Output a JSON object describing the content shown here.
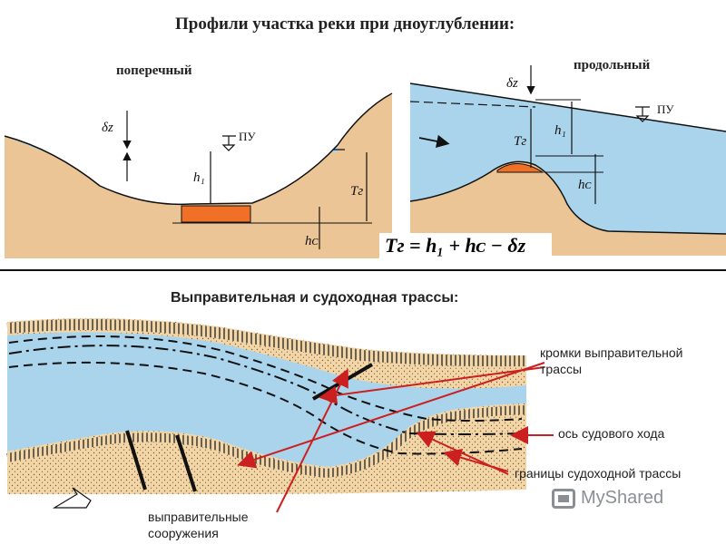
{
  "header": {
    "title": "Профили участка реки при дноуглублении:"
  },
  "cross_section": {
    "label": "поперечный",
    "dz": "δz",
    "pu": "ПУ",
    "h1": "h₁",
    "hc": "hᴄ",
    "tr": "Tг"
  },
  "long_section": {
    "label": "продольный",
    "dz": "δz",
    "pu": "ПУ",
    "h1": "h₁",
    "hc": "hᴄ",
    "tr": "Tг"
  },
  "formula": "Tг = h₁ + hᴄ − δz",
  "plan": {
    "title": "Выправительная и судоходная трассы:",
    "annotations": {
      "edges": "кромки выправительной трассы",
      "axis": "ось судового хода",
      "bounds": "границы судоходной трассы",
      "structures": "выправительные сооружения"
    }
  },
  "watermark": "MyShared",
  "colors": {
    "water": "#a9d4ec",
    "earth": "#ecc596",
    "dredge": "#f07028",
    "bank_dots": "#f2d6a8",
    "arrow": "#cc1f1f"
  }
}
